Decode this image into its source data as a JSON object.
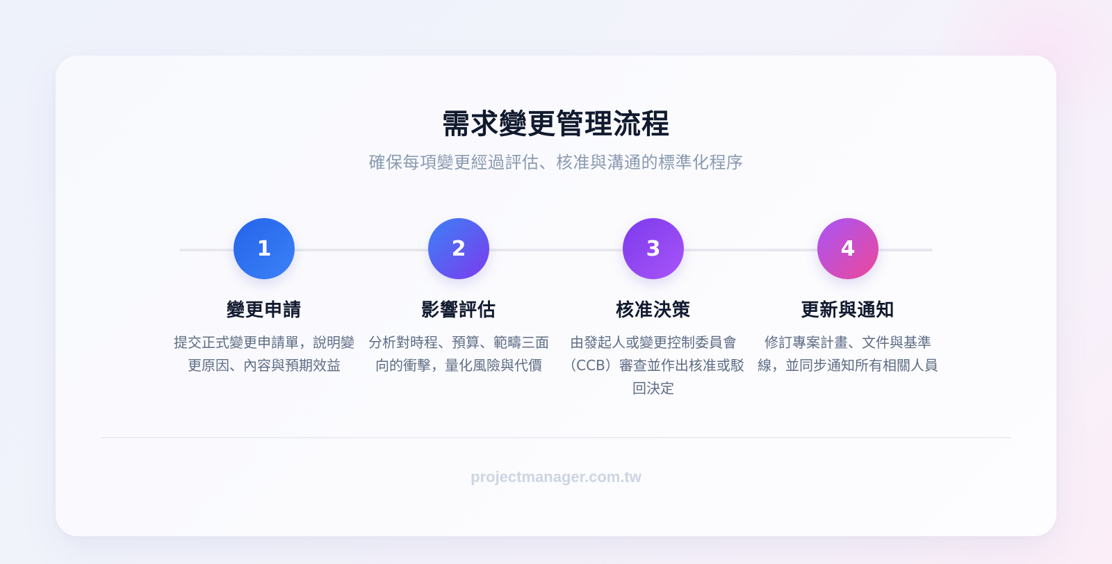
{
  "header": {
    "title": "需求變更管理流程",
    "subtitle": "確保每項變更經過評估、核准與溝通的標準化程序"
  },
  "steps": [
    {
      "number": "1",
      "title": "變更申請",
      "description": "提交正式變更申請單，說明變更原因、內容與預期效益",
      "gradient_from": "#2563eb",
      "gradient_to": "#3b82f6"
    },
    {
      "number": "2",
      "title": "影響評估",
      "description": "分析對時程、預算、範疇三面向的衝擊，量化風險與代價",
      "gradient_from": "#3b82f6",
      "gradient_to": "#7c3aed"
    },
    {
      "number": "3",
      "title": "核准決策",
      "description": "由發起人或變更控制委員會（CCB）審查並作出核准或駁回決定",
      "gradient_from": "#7c3aed",
      "gradient_to": "#a855f7"
    },
    {
      "number": "4",
      "title": "更新與通知",
      "description": "修訂專案計畫、文件與基準線，並同步通知所有相關人員",
      "gradient_from": "#a855f7",
      "gradient_to": "#ec4899"
    }
  ],
  "footer": {
    "text": "projectmanager.com.tw"
  },
  "colors": {
    "title": "#111a2e",
    "subtitle": "#8a9ab0",
    "description": "#5e6d84",
    "footer": "#cdd5e1",
    "connector": "#e8e8ee"
  }
}
